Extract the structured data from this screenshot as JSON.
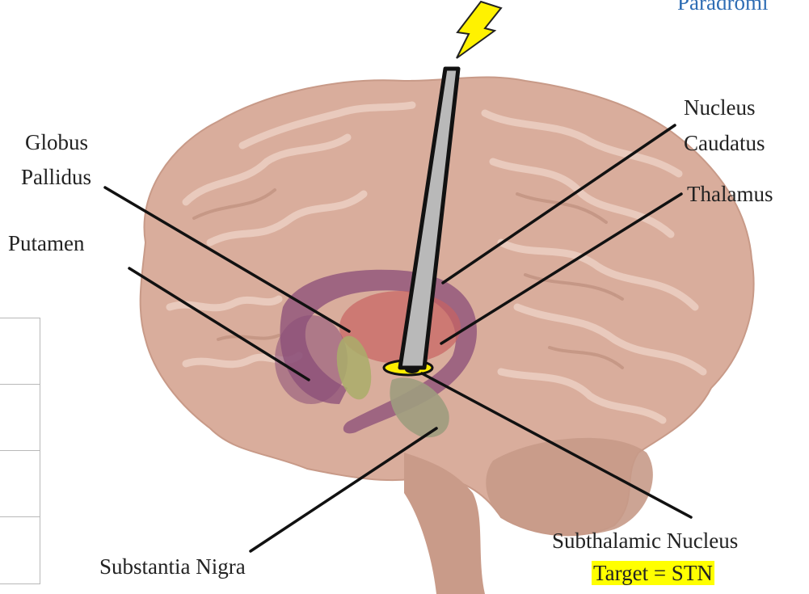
{
  "header": {
    "title_fragment": "Paradromi"
  },
  "labels": {
    "nucleus_caudatus_line1": "Nucleus",
    "nucleus_caudatus_line2": "Caudatus",
    "thalamus": "Thalamus",
    "globus_pallidus_line1": "Globus",
    "globus_pallidus_line2": "Pallidus",
    "putamen": "Putamen",
    "substantia_nigra": "Substantia Nigra",
    "subthalamic_nucleus": "Subthalamic Nucleus",
    "target": "Target = STN"
  },
  "colors": {
    "brain": "#d9ad9c",
    "brain_dark": "#b98a78",
    "gyri_light": "#ecd0c3",
    "caudate_purple": "#8a4e78",
    "thalamus_red": "#c76363",
    "globus_green": "#a9ad6a",
    "nigra_gray": "#9d9c7e",
    "stn_yellow": "#ffee00",
    "electrode_gray": "#b9b9b9",
    "lightning": "#fff200",
    "title_blue": "#2e6db4",
    "target_highlight": "#ffff00"
  },
  "side_table": {
    "rows": 4
  }
}
